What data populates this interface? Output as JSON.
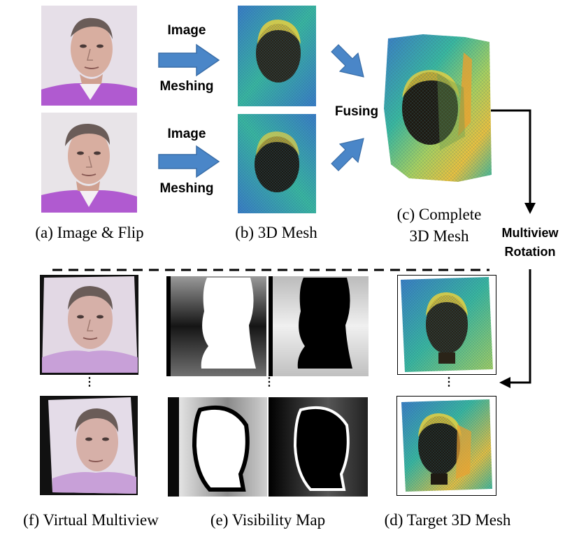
{
  "labels": {
    "image_meshing_top": [
      "Image",
      "Meshing"
    ],
    "image_meshing_bottom": [
      "Image",
      "Meshing"
    ],
    "fusing": "Fusing",
    "multiview_rotation": [
      "Multiview",
      "Rotation"
    ]
  },
  "captions": {
    "a": "(a) Image & Flip",
    "b": "(b) 3D Mesh",
    "c": [
      "(c) Complete",
      "3D Mesh"
    ],
    "d": "(d) Target 3D Mesh",
    "e": "(e) Visibility Map",
    "f": "(f) Virtual Multiview"
  },
  "ellipsis": "⋮",
  "colors": {
    "arrow_blue": "#4a86c8",
    "shirt_purple": "#b05ad0",
    "mesh_teal": "#39b8a0",
    "mesh_yellow": "#e8d040",
    "mesh_blue": "#3a7cc8"
  }
}
